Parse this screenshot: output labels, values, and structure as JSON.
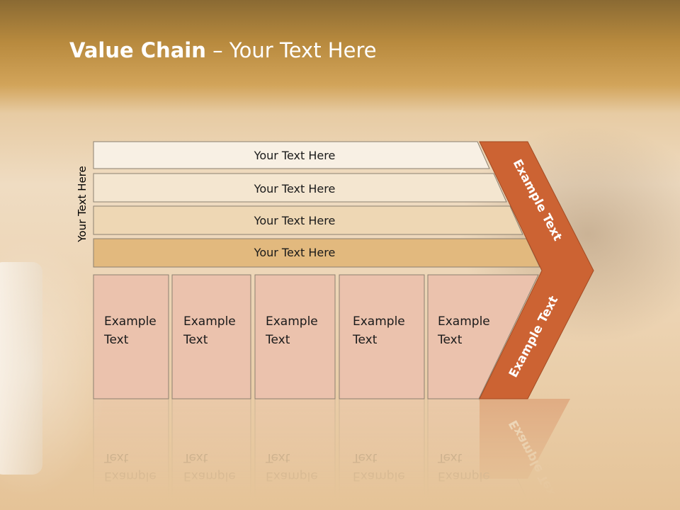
{
  "slide": {
    "title_bold": "Value Chain",
    "title_rest": " – Your Text Here",
    "side_label": "Your Text Here"
  },
  "bars": [
    {
      "label": "Your Text Here",
      "fill": "#f8f0e4"
    },
    {
      "label": "Your Text Here",
      "fill": "#f4e6d0"
    },
    {
      "label": "Your Text Here",
      "fill": "#eed7b4"
    },
    {
      "label": "Your Text Here",
      "fill": "#e2b97e"
    }
  ],
  "boxes": [
    {
      "line1": "Example",
      "line2": "Text"
    },
    {
      "line1": "Example",
      "line2": "Text"
    },
    {
      "line1": "Example",
      "line2": "Text"
    },
    {
      "line1": "Example",
      "line2": "Text"
    },
    {
      "line1": "Example",
      "line2": "Text"
    }
  ],
  "chevron": {
    "top_label": "Example Text",
    "bottom_label": "Example Text",
    "fill": "#cc6333"
  },
  "colors": {
    "box_fill": "#ebc2ad",
    "outline": "#8c8070"
  }
}
